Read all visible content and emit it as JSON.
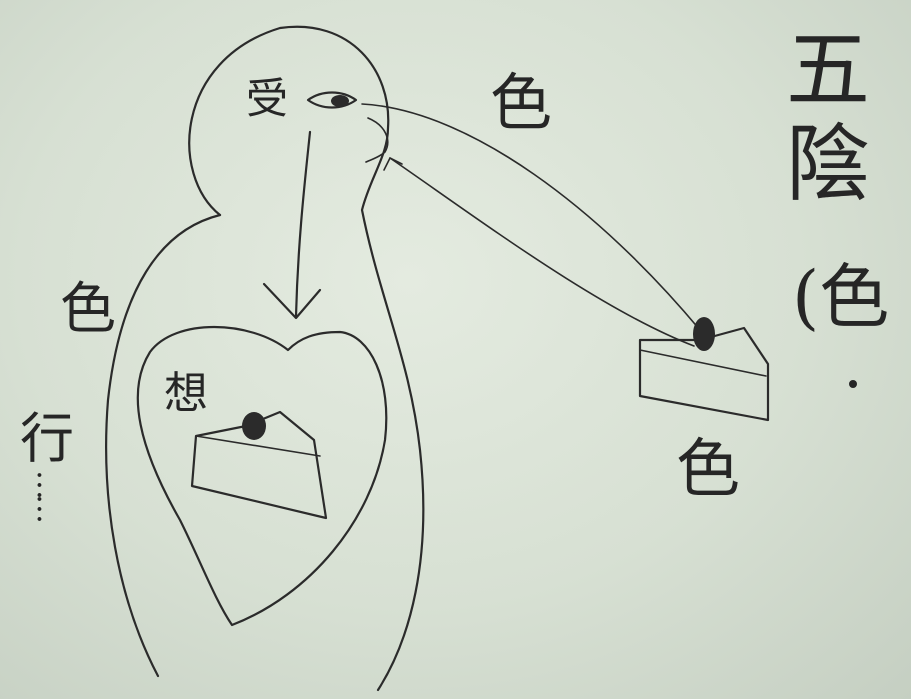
{
  "title": {
    "line1": "五",
    "line2": "陰",
    "line3": "(色"
  },
  "labels": {
    "se_top": "色",
    "se_left": "色",
    "xing": "行",
    "ellipsis": "……",
    "se_bottom": "色",
    "shou": "受",
    "xiang": "想"
  }
}
